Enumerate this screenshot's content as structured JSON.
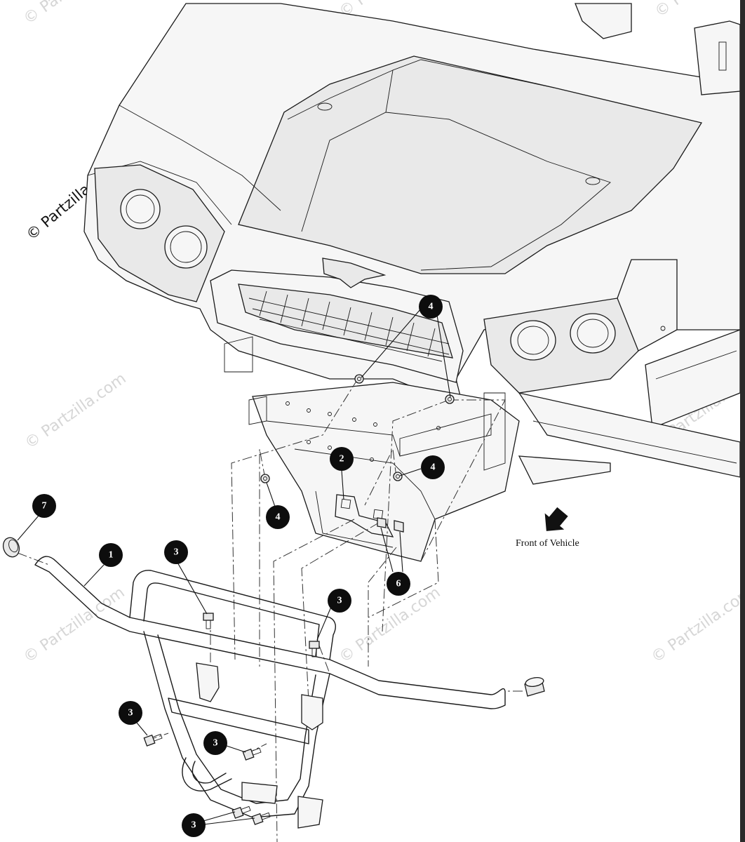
{
  "watermark": {
    "text": "© Partzilla.com"
  },
  "front_label": "Front of Vehicle",
  "callouts": [
    {
      "id": "c7",
      "label": "7"
    },
    {
      "id": "c1",
      "label": "1"
    },
    {
      "id": "c2",
      "label": "2"
    },
    {
      "id": "c3a",
      "label": "3"
    },
    {
      "id": "c3b",
      "label": "3"
    },
    {
      "id": "c3c",
      "label": "3"
    },
    {
      "id": "c3d",
      "label": "3"
    },
    {
      "id": "c3e",
      "label": "3"
    },
    {
      "id": "c4a",
      "label": "4"
    },
    {
      "id": "c4b",
      "label": "4"
    },
    {
      "id": "c4c",
      "label": "4"
    },
    {
      "id": "c6",
      "label": "6"
    }
  ]
}
